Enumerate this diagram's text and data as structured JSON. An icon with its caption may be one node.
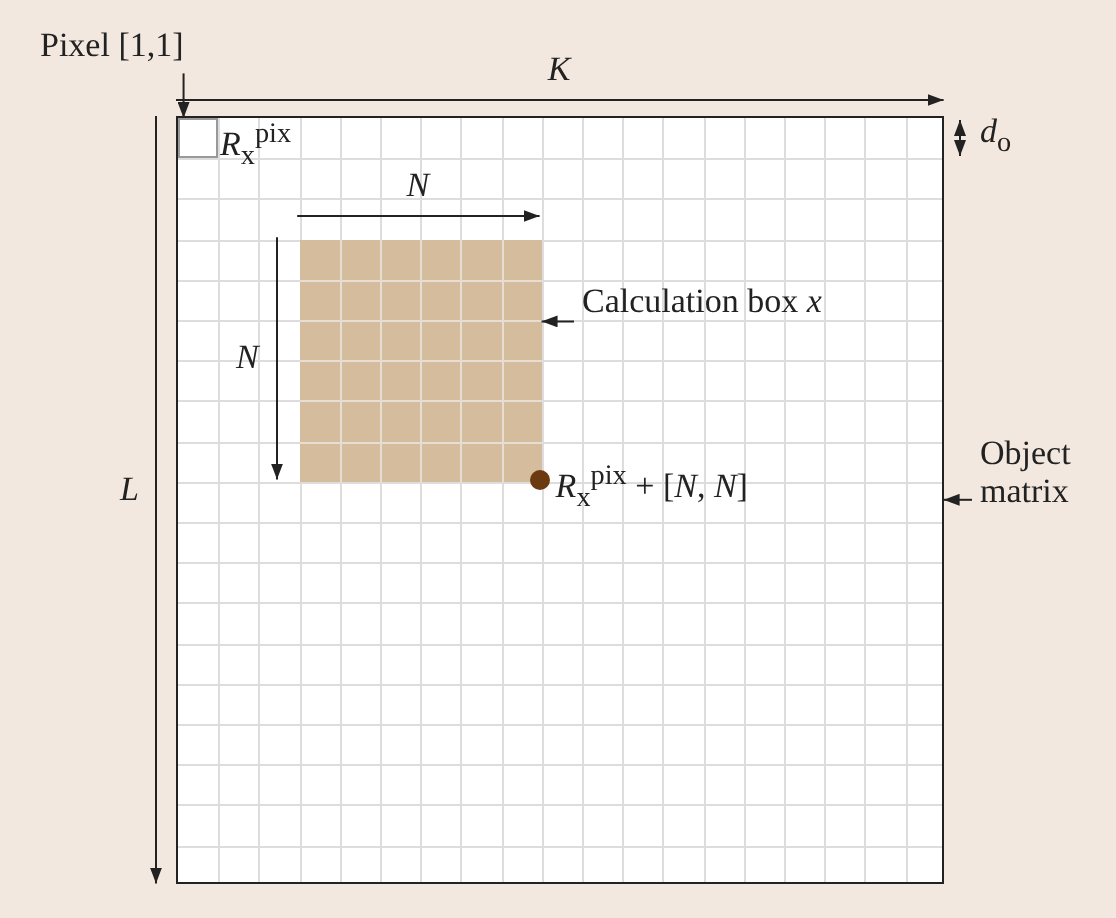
{
  "diagram": {
    "nodes": [
      {
        "text": [
          "Object matrix"
        ]
      },
      {
        "text": [],
        "shape": "box"
      },
      {
        "text": [
          "Calculation box *x*"
        ],
        "in": 1
      },
      {
        "text": [],
        "shape": "box",
        "in": 1
      },
      {
        "text": [
          "Pixel [1,1]"
        ]
      },
      {
        "text": [],
        "shape": "box",
        "in": 1
      },
      {
        "text": [],
        "shape": "circle",
        "in": 1,
        "beside": [
          "*R*$_{x}$$^{pix}$ + [*N*, *N*]"
        ]
      }
    ],
    "edges": [
      {
        "from": 0,
        "to": 1,
        "arrow": "to"
      },
      {
        "from": 2,
        "to": 3,
        "arrow": "to"
      },
      {
        "from": 4,
        "to": 5,
        "arrow": "to"
      }
    ],
    "labels": [
      "*K*",
      "*d*$_{o}$",
      "*R*$_{x}$$^{pix}$",
      "*N*",
      "*N*",
      "*L*"
    ]
  }
}
